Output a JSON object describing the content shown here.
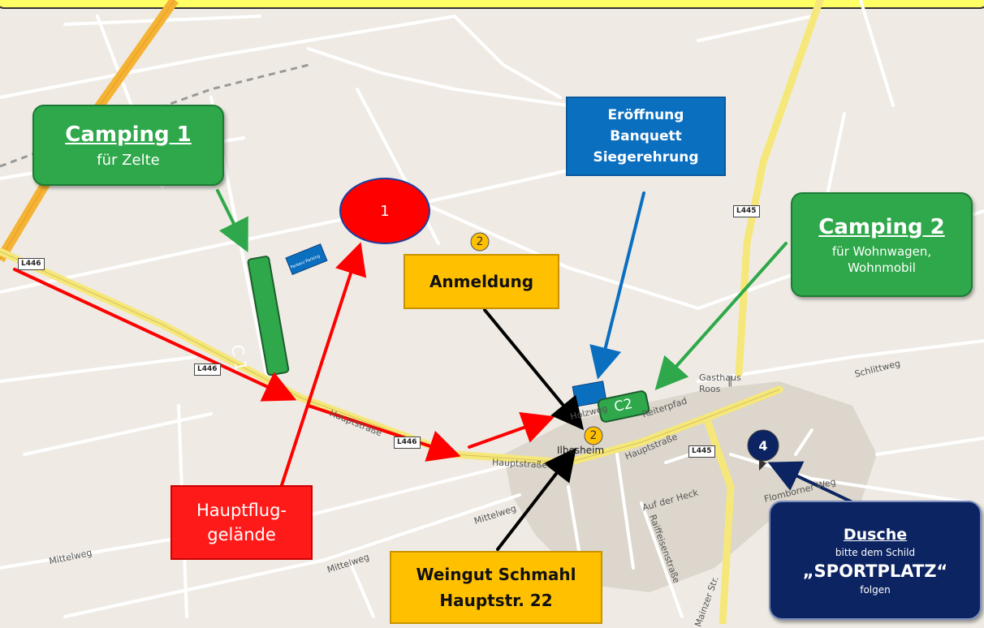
{
  "camping1": {
    "title": "Camping 1",
    "subtitle": "für Zelte"
  },
  "camping2": {
    "title": "Camping 2",
    "line1": "für Wohnwagen,",
    "line2": "Wohnmobil"
  },
  "events": {
    "line1": "Eröffnung",
    "line2": "Banquett",
    "line3": "Siegerehrung"
  },
  "anmeldung": {
    "label": "Anmeldung",
    "badge": "2"
  },
  "haupt": {
    "line1": "Hauptflug-",
    "line2": "gelände"
  },
  "weingut": {
    "line1": "Weingut Schmahl",
    "line2": "Hauptstr. 22"
  },
  "dusche": {
    "title": "Dusche",
    "line1": "bitte dem Schild",
    "line2": "„SPORTPLATZ“",
    "line3": "folgen"
  },
  "markers": {
    "site1": "1",
    "anmeldung_pin": "2",
    "dusche_pin": "4",
    "c1": "C 1",
    "c2": "C2",
    "parking": "Parken/ Parking"
  },
  "roads": {
    "l446_a": "L446",
    "l446_b": "L446",
    "l446_c": "L446",
    "l445_a": "L445",
    "l445_b": "L445",
    "hauptstrasse_a": "Hauptstraße",
    "hauptstrasse_b": "Hauptstraße",
    "hauptstrasse_c": "Hauptstraße",
    "mittelweg_a": "Mittelweg",
    "mittelweg_b": "Mittelweg",
    "auf_der_heck": "Auf der Heck",
    "raiffeisenstrasse": "Raiffeisenstraße",
    "flomborner_weg": "Flomborner Weg",
    "schlittweg": "Schlittweg",
    "reiterpfad": "Reiterpfad",
    "holzweg": "Holzweg",
    "mainzer_str": "Mainzer Str.",
    "town": "Ilbesheim",
    "gasthaus": "Gasthaus",
    "roos": "Roos"
  },
  "colors": {
    "green": "#2ea84a",
    "orange": "#ffc000",
    "blue": "#0b6fc0",
    "red": "#ff1a1a",
    "navy": "#0c2461",
    "black": "#000000"
  }
}
